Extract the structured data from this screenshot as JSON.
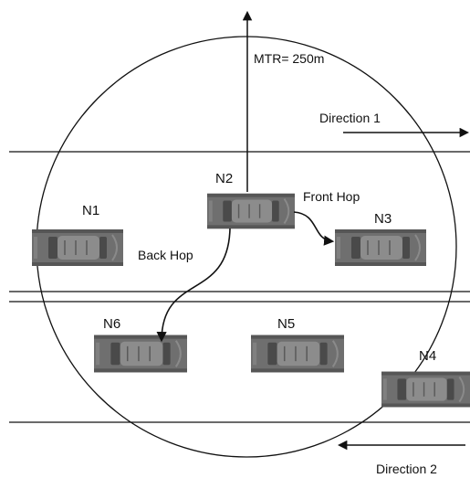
{
  "radius_label": "MTR= 250m",
  "directions": {
    "d1": "Direction 1",
    "d2": "Direction 2"
  },
  "hops": {
    "front": "Front Hop",
    "back": "Back Hop"
  },
  "nodes": {
    "n1": "N1",
    "n2": "N2",
    "n3": "N3",
    "n4": "N4",
    "n5": "N5",
    "n6": "N6"
  },
  "colors": {
    "car_body": "#6f6f6f",
    "car_side": "#565656",
    "car_roof": "#8c8c8c",
    "car_window": "#4a4a4a",
    "line": "#111111"
  }
}
